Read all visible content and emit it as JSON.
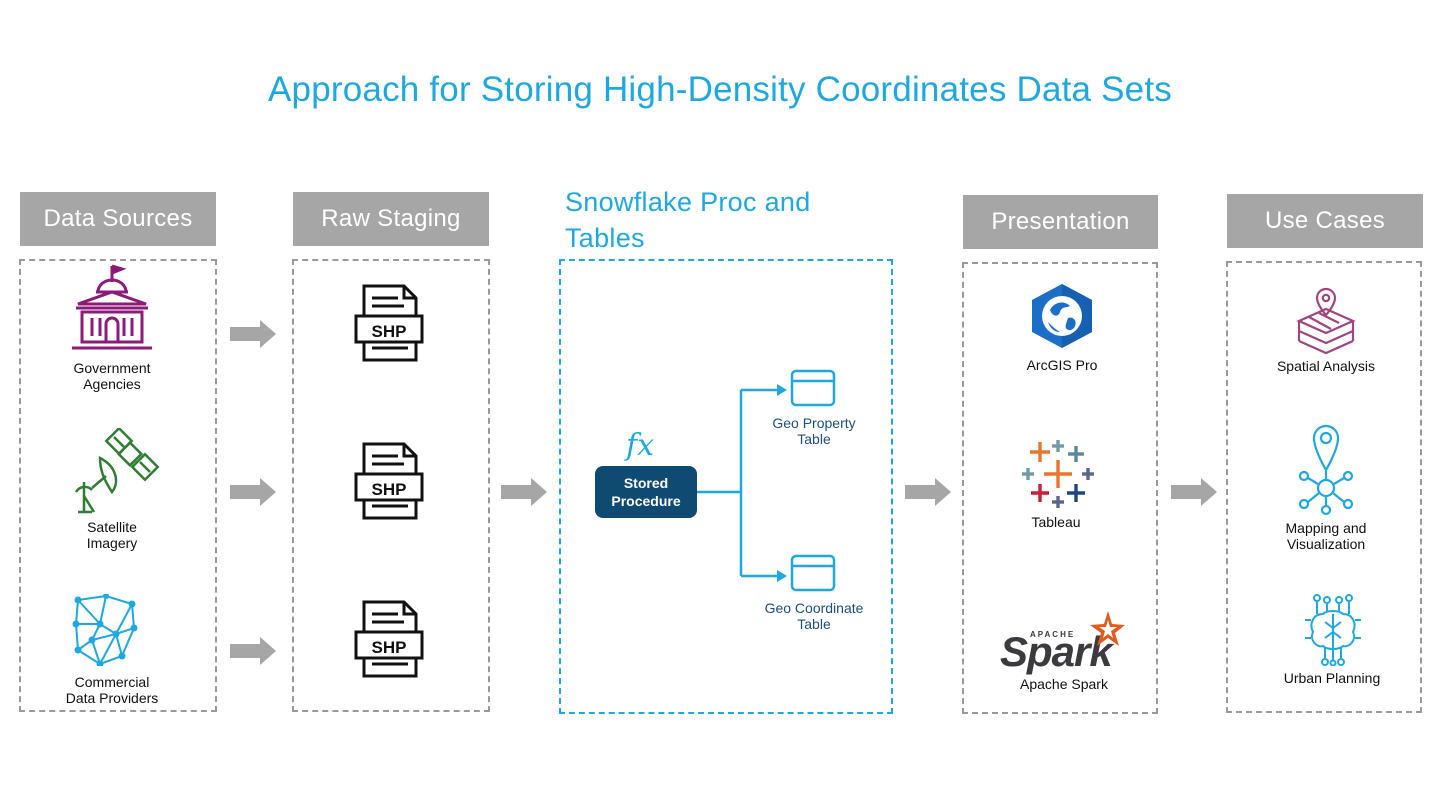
{
  "title": "Approach for Storing High-Density Coordinates Data Sets",
  "columns": {
    "data_sources": {
      "header": "Data Sources",
      "items": [
        {
          "label_line1": "Government",
          "label_line2": "Agencies",
          "icon": "government-building-icon"
        },
        {
          "label_line1": "Satellite",
          "label_line2": "Imagery",
          "icon": "satellite-icon"
        },
        {
          "label_line1": "Commercial",
          "label_line2": "Data Providers",
          "icon": "network-mesh-icon"
        }
      ]
    },
    "raw_staging": {
      "header": "Raw Staging",
      "file_label": "SHP"
    },
    "snowflake": {
      "header_line1": "Snowflake Proc and",
      "header_line2": "Tables",
      "fx": "fx",
      "procedure_line1": "Stored",
      "procedure_line2": "Procedure",
      "tables": [
        {
          "label_line1": "Geo Property",
          "label_line2": "Table"
        },
        {
          "label_line1": "Geo Coordinate",
          "label_line2": "Table"
        }
      ]
    },
    "presentation": {
      "header": "Presentation",
      "items": [
        {
          "label": "ArcGIS Pro",
          "icon": "arcgis-pro-icon"
        },
        {
          "label": "Tableau",
          "icon": "tableau-icon"
        },
        {
          "label": "Apache Spark",
          "icon": "apache-spark-icon",
          "logo_small": "APACHE",
          "logo_big": "Spark"
        }
      ]
    },
    "use_cases": {
      "header": "Use Cases",
      "items": [
        {
          "label_line1": "Spatial Analysis",
          "label_line2": "",
          "icon": "layers-map-icon"
        },
        {
          "label_line1": "Mapping and",
          "label_line2": "Visualization",
          "icon": "map-pin-network-icon"
        },
        {
          "label_line1": "Urban Planning",
          "label_line2": "",
          "icon": "brain-circuit-icon"
        }
      ]
    }
  },
  "colors": {
    "accent_blue": "#1fa8df",
    "header_gray": "#a6a6a6",
    "procedure_navy": "#0f4a73",
    "government_purple": "#8b1a7a",
    "satellite_green": "#2e7d32",
    "arrow_gray": "#a6a6a6"
  }
}
